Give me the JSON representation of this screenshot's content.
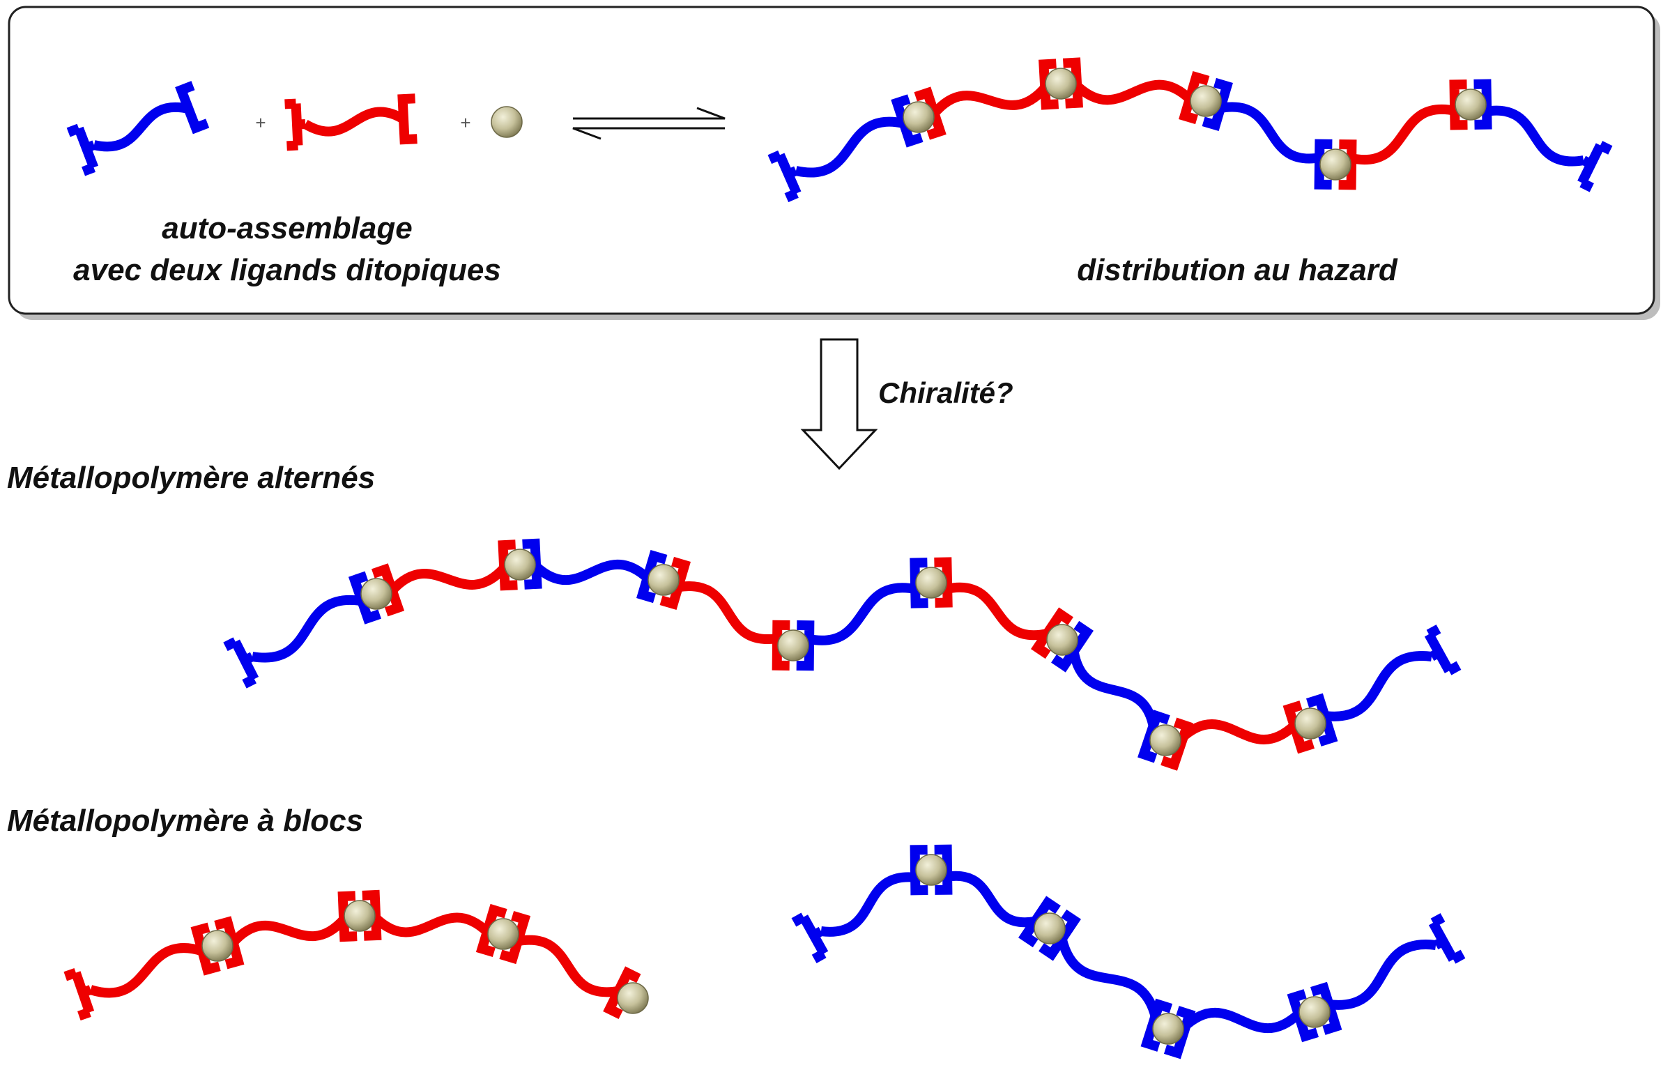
{
  "labels": {
    "self_assembly_line1": "auto-assemblage",
    "self_assembly_line2": "avec deux ligands ditopiques",
    "random_distribution": "distribution au hazard",
    "question": "Chiralité?",
    "alternating": "Métallopolymère alternés",
    "block": "Métallopolymère à blocs",
    "plus": "+"
  },
  "colors": {
    "ligand_a": "#0000ee",
    "ligand_b": "#ee0000",
    "metal_light": "#f2f0da",
    "metal_mid": "#c6c19b",
    "metal_dark": "#7d7852",
    "box_border": "#222222",
    "box_shadow": "#bdbdbd"
  },
  "sequences": {
    "random_distribution": [
      "a",
      "b",
      "b",
      "a",
      "b",
      "a"
    ],
    "alternating": [
      "a",
      "b",
      "a",
      "b",
      "a",
      "b",
      "a",
      "b",
      "a"
    ],
    "block_red": [
      "b",
      "b",
      "b",
      "b"
    ],
    "block_blue": [
      "a",
      "a",
      "a",
      "a",
      "a"
    ]
  }
}
